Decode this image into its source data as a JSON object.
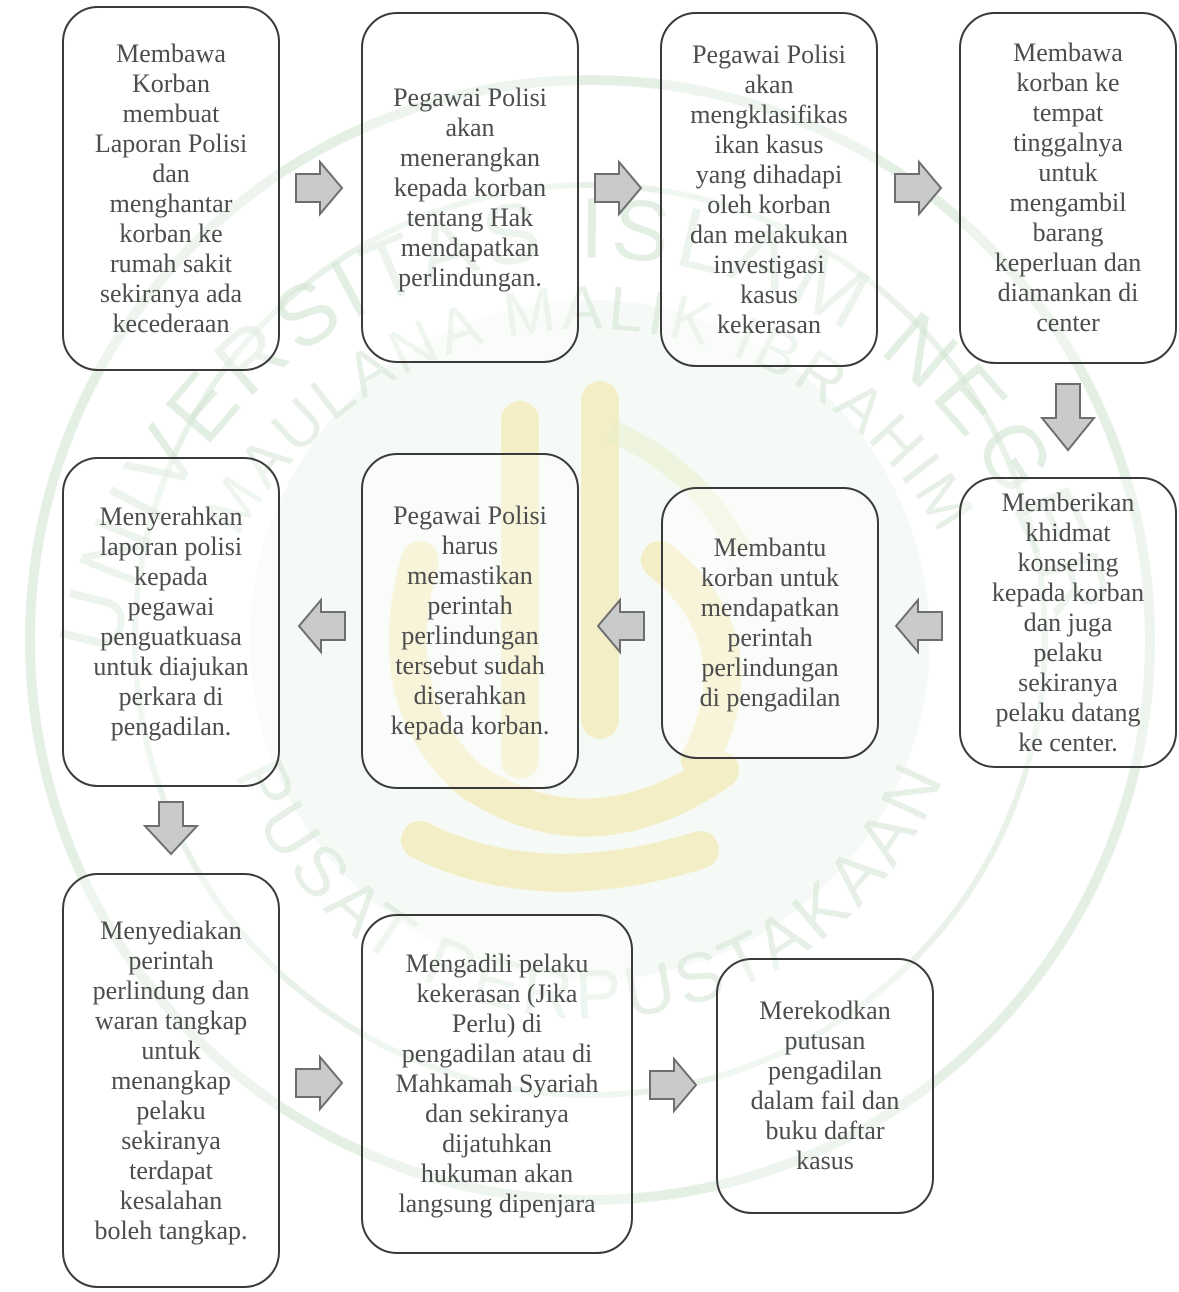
{
  "colors": {
    "box_border": "#3a3a3a",
    "box_text": "#4d4d4d",
    "arrow_fill": "#c9cbcb",
    "arrow_stroke": "#6e6e6e",
    "watermark_green": "#cfe3cf",
    "watermark_yellow": "#f4e6a0"
  },
  "watermark": {
    "ring_top_text": "UNIVERSITAS ISLAM NEGERI",
    "ring_inner_text": "MAULANA MALIK IBRAHIM",
    "ring_bottom_text": "PUSAT PERPUSTAKAAN"
  },
  "steps": [
    {
      "id": 1,
      "text": "Membawa\nKorban\nmembuat\nLaporan Polisi\ndan\nmenghantar\nkorban ke\nrumah sakit\nsekiranya ada\nkecederaan"
    },
    {
      "id": 2,
      "text": "Pegawai Polisi\nakan\nmenerangkan\nkepada korban\ntentang Hak\nmendapatkan\nperlindungan."
    },
    {
      "id": 3,
      "text": "Pegawai Polisi\nakan\nmengklasifikas\nikan kasus\nyang dihadapi\noleh korban\ndan melakukan\ninvestigasi\nkasus\nkekerasan"
    },
    {
      "id": 4,
      "text": "Membawa\nkorban ke\ntempat\ntinggalnya\nuntuk\nmengambil\nbarang\nkeperluan dan\ndiamankan di\ncenter"
    },
    {
      "id": 5,
      "text": "Memberikan\nkhidmat\nkonseling\nkepada korban\ndan juga\npelaku\nsekiranya\npelaku datang\nke center."
    },
    {
      "id": 6,
      "text": "Membantu\nkorban untuk\nmendapatkan\nperintah\nperlindungan\ndi pengadilan"
    },
    {
      "id": 7,
      "text": "Pegawai Polisi\nharus\nmemastikan\nperintah\nperlindungan\ntersebut sudah\ndiserahkan\nkepada korban."
    },
    {
      "id": 8,
      "text": "Menyerahkan\nlaporan polisi\nkepada\npegawai\npenguatkuasa\nuntuk diajukan\nperkara di\npengadilan."
    },
    {
      "id": 9,
      "text": "Menyediakan\nperintah\nperlindung dan\nwaran tangkap\nuntuk\nmenangkap\npelaku\nsekiranya\nterdapat\nkesalahan\nboleh tangkap."
    },
    {
      "id": 10,
      "text": "Mengadili pelaku\nkekerasan (Jika\nPerlu) di\npengadilan atau di\nMahkamah Syariah\ndan sekiranya\ndijatuhkan\nhukuman akan\nlangsung dipenjara"
    },
    {
      "id": 11,
      "text": "Merekodkan\nputusan\npengadilan\ndalam fail dan\nbuku daftar\nkasus"
    }
  ],
  "arrows": [
    {
      "from": 1,
      "to": 2,
      "direction": "right"
    },
    {
      "from": 2,
      "to": 3,
      "direction": "right"
    },
    {
      "from": 3,
      "to": 4,
      "direction": "right"
    },
    {
      "from": 4,
      "to": 5,
      "direction": "down"
    },
    {
      "from": 5,
      "to": 6,
      "direction": "left"
    },
    {
      "from": 6,
      "to": 7,
      "direction": "left"
    },
    {
      "from": 7,
      "to": 8,
      "direction": "left"
    },
    {
      "from": 8,
      "to": 9,
      "direction": "down"
    },
    {
      "from": 9,
      "to": 10,
      "direction": "right"
    },
    {
      "from": 10,
      "to": 11,
      "direction": "right"
    }
  ]
}
